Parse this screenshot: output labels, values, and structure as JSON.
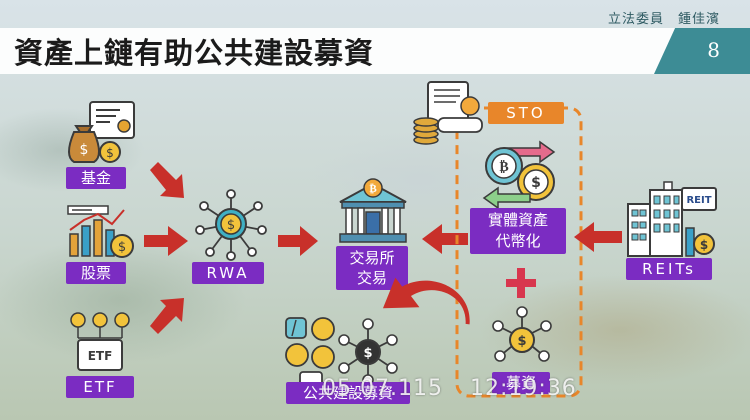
{
  "header": {
    "author": "立法委員　鍾佳濱",
    "title": "資產上鏈有助公共建設募資",
    "page_number": "8"
  },
  "sources": [
    {
      "label": "基金",
      "icon": "fund-certificate-icon"
    },
    {
      "label": "股票",
      "icon": "stock-chart-icon"
    },
    {
      "label": "ETF",
      "icon": "etf-coins-icon"
    }
  ],
  "rwa": {
    "label": "RWA",
    "icon": "network-coin-icon"
  },
  "exchange": {
    "label_line1": "交易所",
    "label_line2": "交易",
    "icon": "bank-building-icon"
  },
  "sto": {
    "label": "STO",
    "icon": "document-coins-icon"
  },
  "tokenization": {
    "label_line1": "實體資產",
    "label_line2": "代幣化",
    "icon": "crypto-exchange-icon"
  },
  "reits": {
    "label": "REITs",
    "badge": "REIT",
    "icon": "building-reit-icon"
  },
  "fundraising": {
    "label": "募資",
    "icon": "network-dollar-icon"
  },
  "public_infra": {
    "label": "公共建設募資",
    "icon": "infrastructure-network-icon"
  },
  "overlay": {
    "date": "05.07.115",
    "time": "12:19:36"
  },
  "colors": {
    "label_purple": "#7b2cc2",
    "arrow_red": "#c8302a",
    "sto_orange": "#e8862a",
    "accent_teal": "#3d8c95"
  }
}
